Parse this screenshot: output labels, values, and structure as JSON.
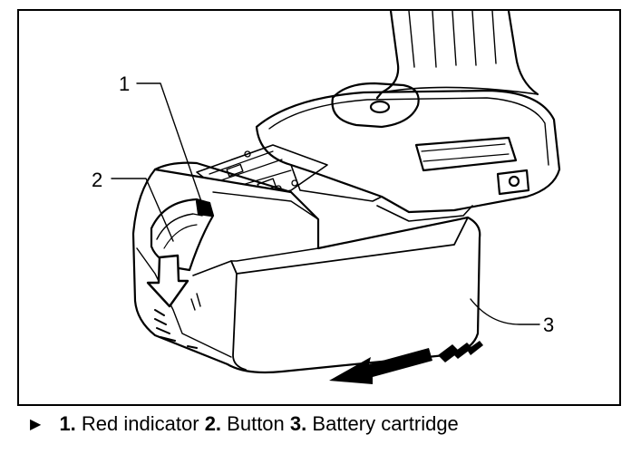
{
  "figure": {
    "callouts": [
      "1",
      "2",
      "3"
    ],
    "icons": [
      "downward-arrow-icon",
      "slide-direction-arrow-icon"
    ]
  },
  "caption": {
    "bullet_icon": "right-triangle-bullet-icon",
    "items": [
      {
        "num": "1.",
        "text": "Red indicator"
      },
      {
        "num": "2.",
        "text": "Button"
      },
      {
        "num": "3.",
        "text": "Battery cartridge"
      }
    ]
  }
}
